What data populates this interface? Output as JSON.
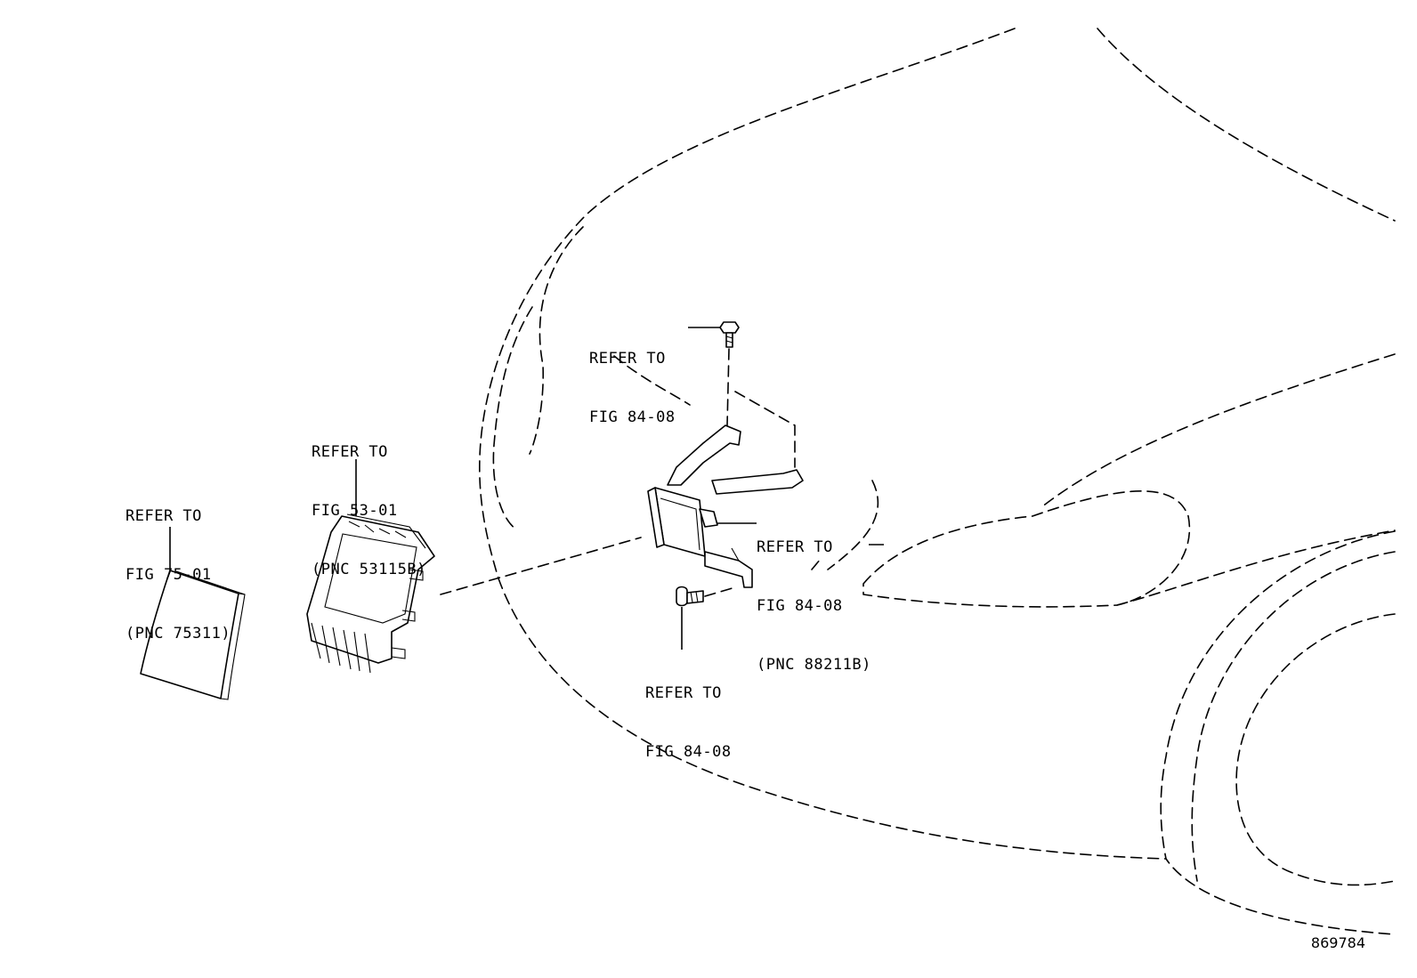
{
  "callouts": {
    "radar_bolt_top": [
      "REFER TO",
      "FIG 84-08"
    ],
    "emblem": [
      "REFER TO",
      "FIG 75-01",
      "(PNC 75311)"
    ],
    "grille_bracket": [
      "REFER TO",
      "FIG 53-01",
      "(PNC 53115B)"
    ],
    "radar_sensor": [
      "REFER TO",
      "FIG 84-08",
      "(PNC 88211B)"
    ],
    "radar_bolt_bottom": [
      "REFER TO",
      "FIG 84-08"
    ]
  },
  "diagram_id": "869784"
}
